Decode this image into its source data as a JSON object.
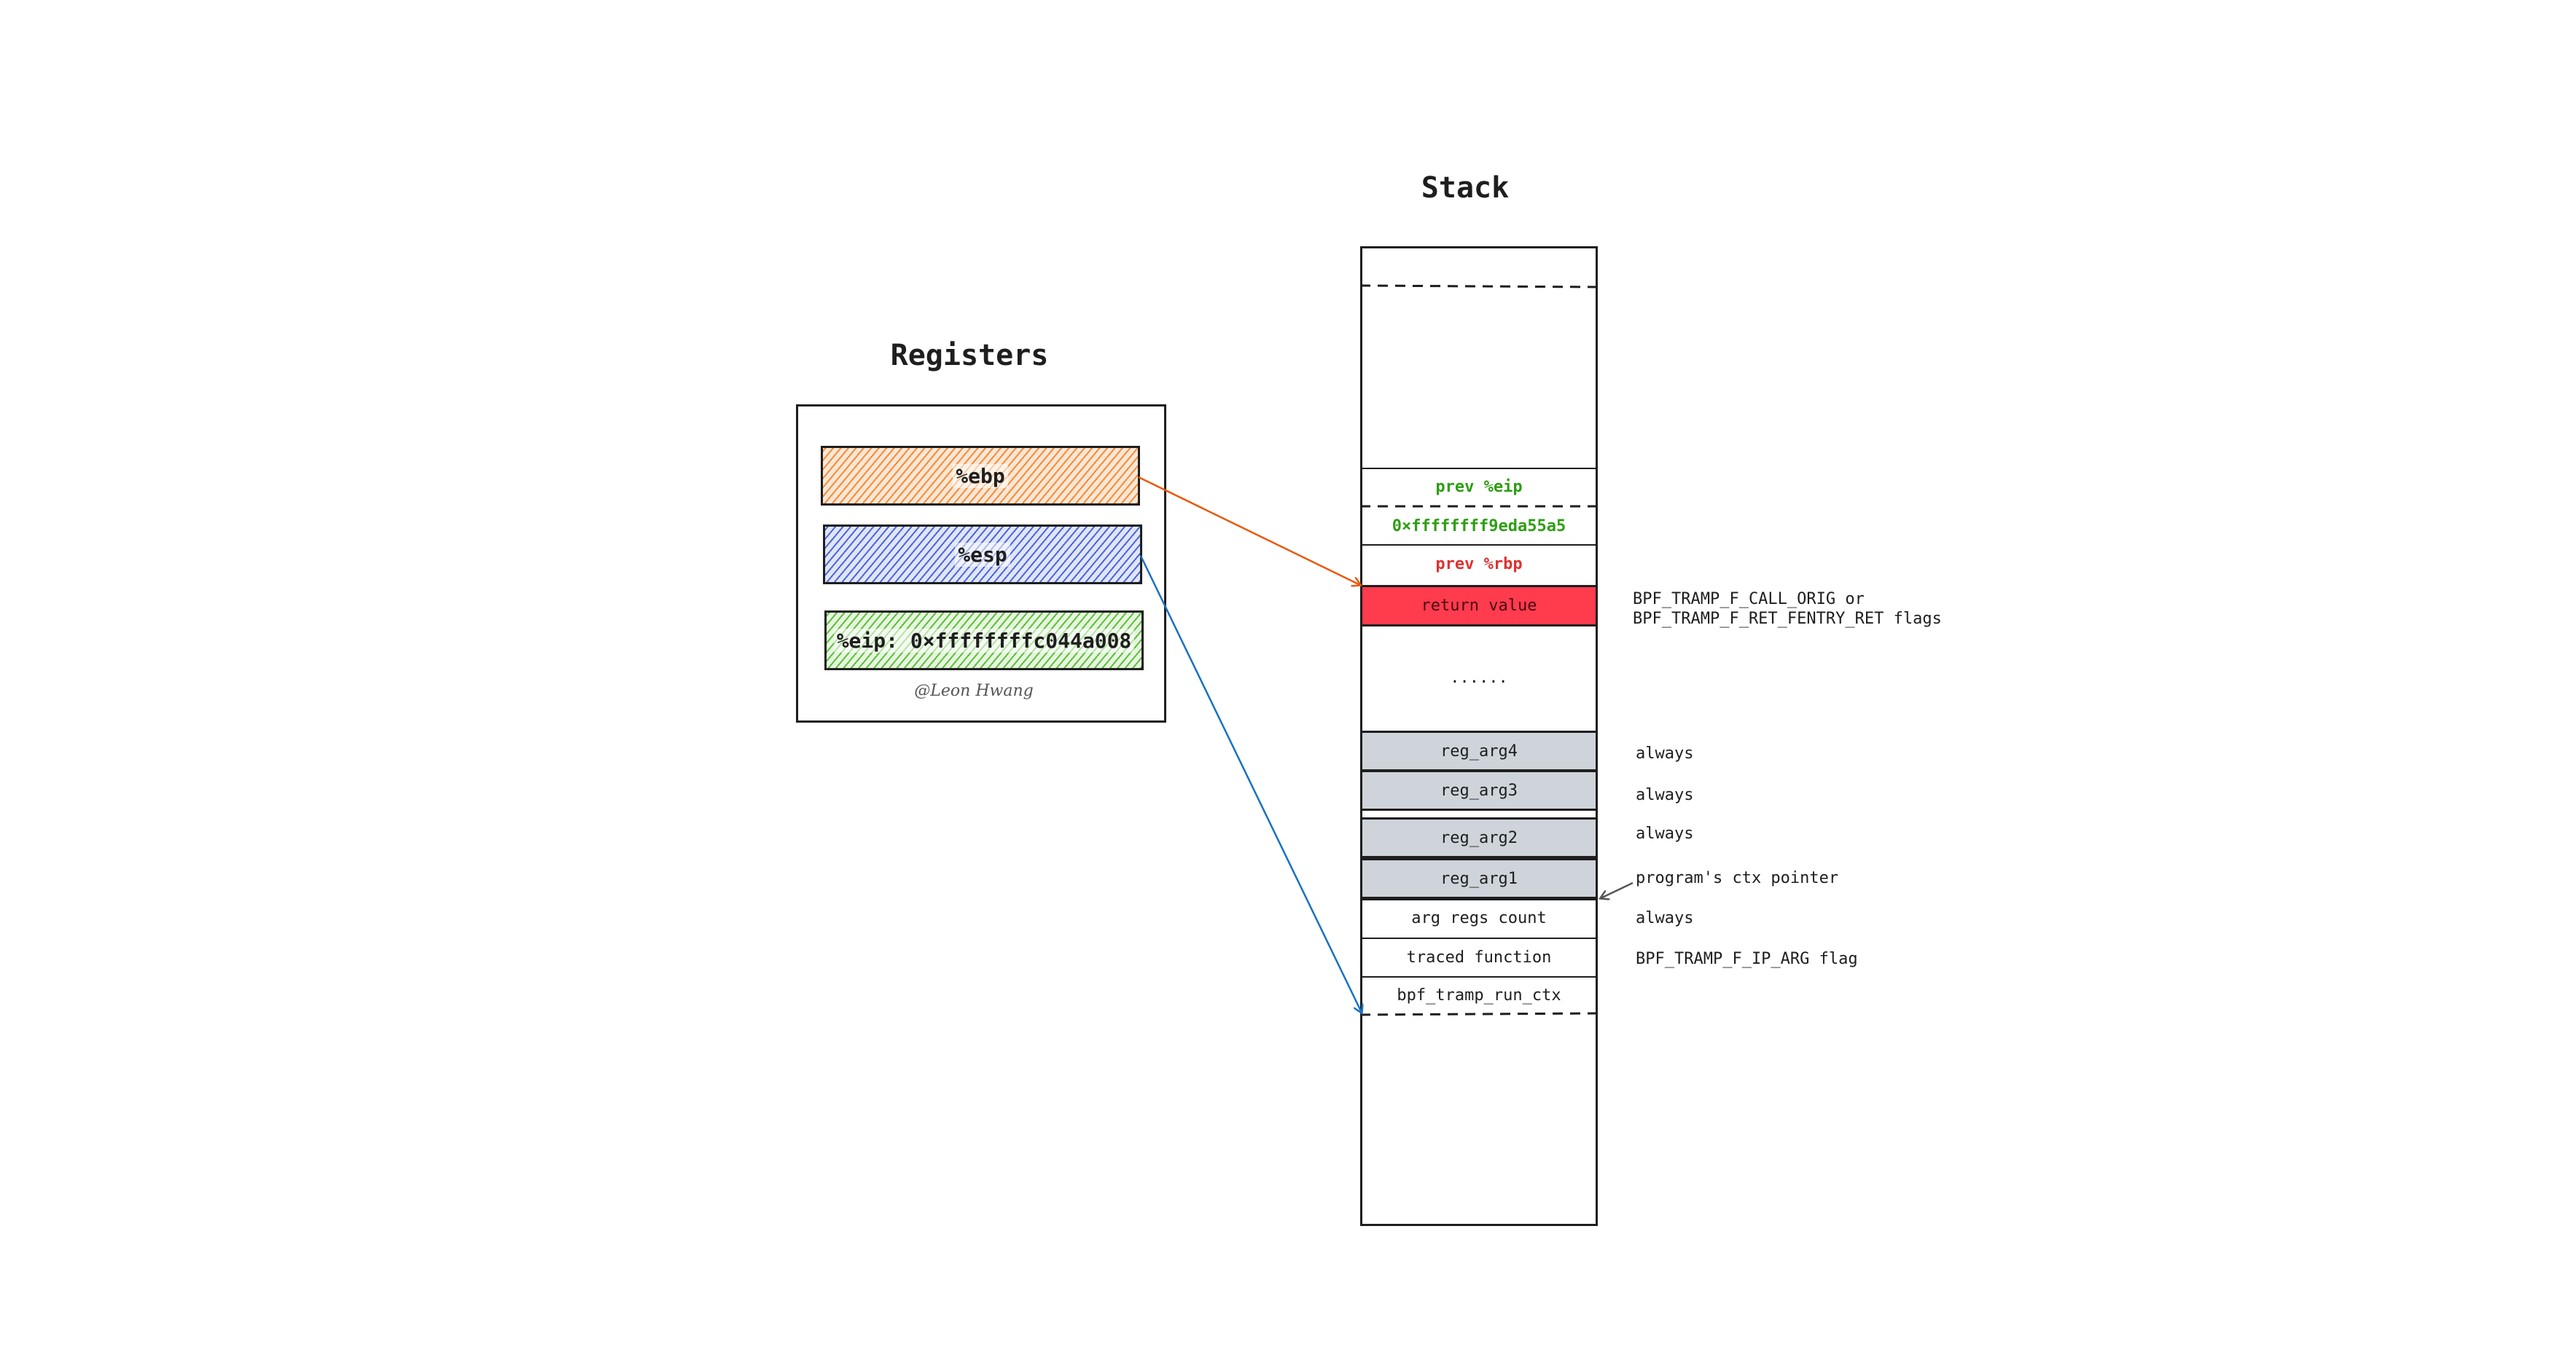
{
  "titles": {
    "registers": "Registers",
    "stack": "Stack"
  },
  "registers": {
    "ebp": "%ebp",
    "esp": "%esp",
    "eip": "%eip: 0×ffffffffc044a008",
    "author": "@Leon Hwang"
  },
  "stack": {
    "prev_eip": "prev %eip",
    "prev_eip_value": "0×ffffffff9eda55a5",
    "prev_rbp": "prev %rbp",
    "return_value": "return value",
    "ellipsis": "......",
    "reg_arg4": "reg_arg4",
    "reg_arg3": "reg_arg3",
    "reg_arg2": "reg_arg2",
    "reg_arg1": "reg_arg1",
    "arg_regs_count": "arg regs count",
    "traced_function": "traced function",
    "bpf_tramp_run_ctx": "bpf_tramp_run_ctx"
  },
  "notes": {
    "return_value_line1": "BPF_TRAMP_F_CALL_ORIG or",
    "return_value_line2": "BPF_TRAMP_F_RET_FENTRY_RET flags",
    "reg_arg4": "always",
    "reg_arg3": "always",
    "reg_arg2": "always",
    "reg_arg1": "program's ctx pointer",
    "arg_regs_count": "always",
    "traced_function": "BPF_TRAMP_F_IP_ARG flag"
  },
  "colors": {
    "ebp_arrow": "#e8590c",
    "esp_arrow": "#1971c2",
    "ctx_arrow": "#555555"
  }
}
